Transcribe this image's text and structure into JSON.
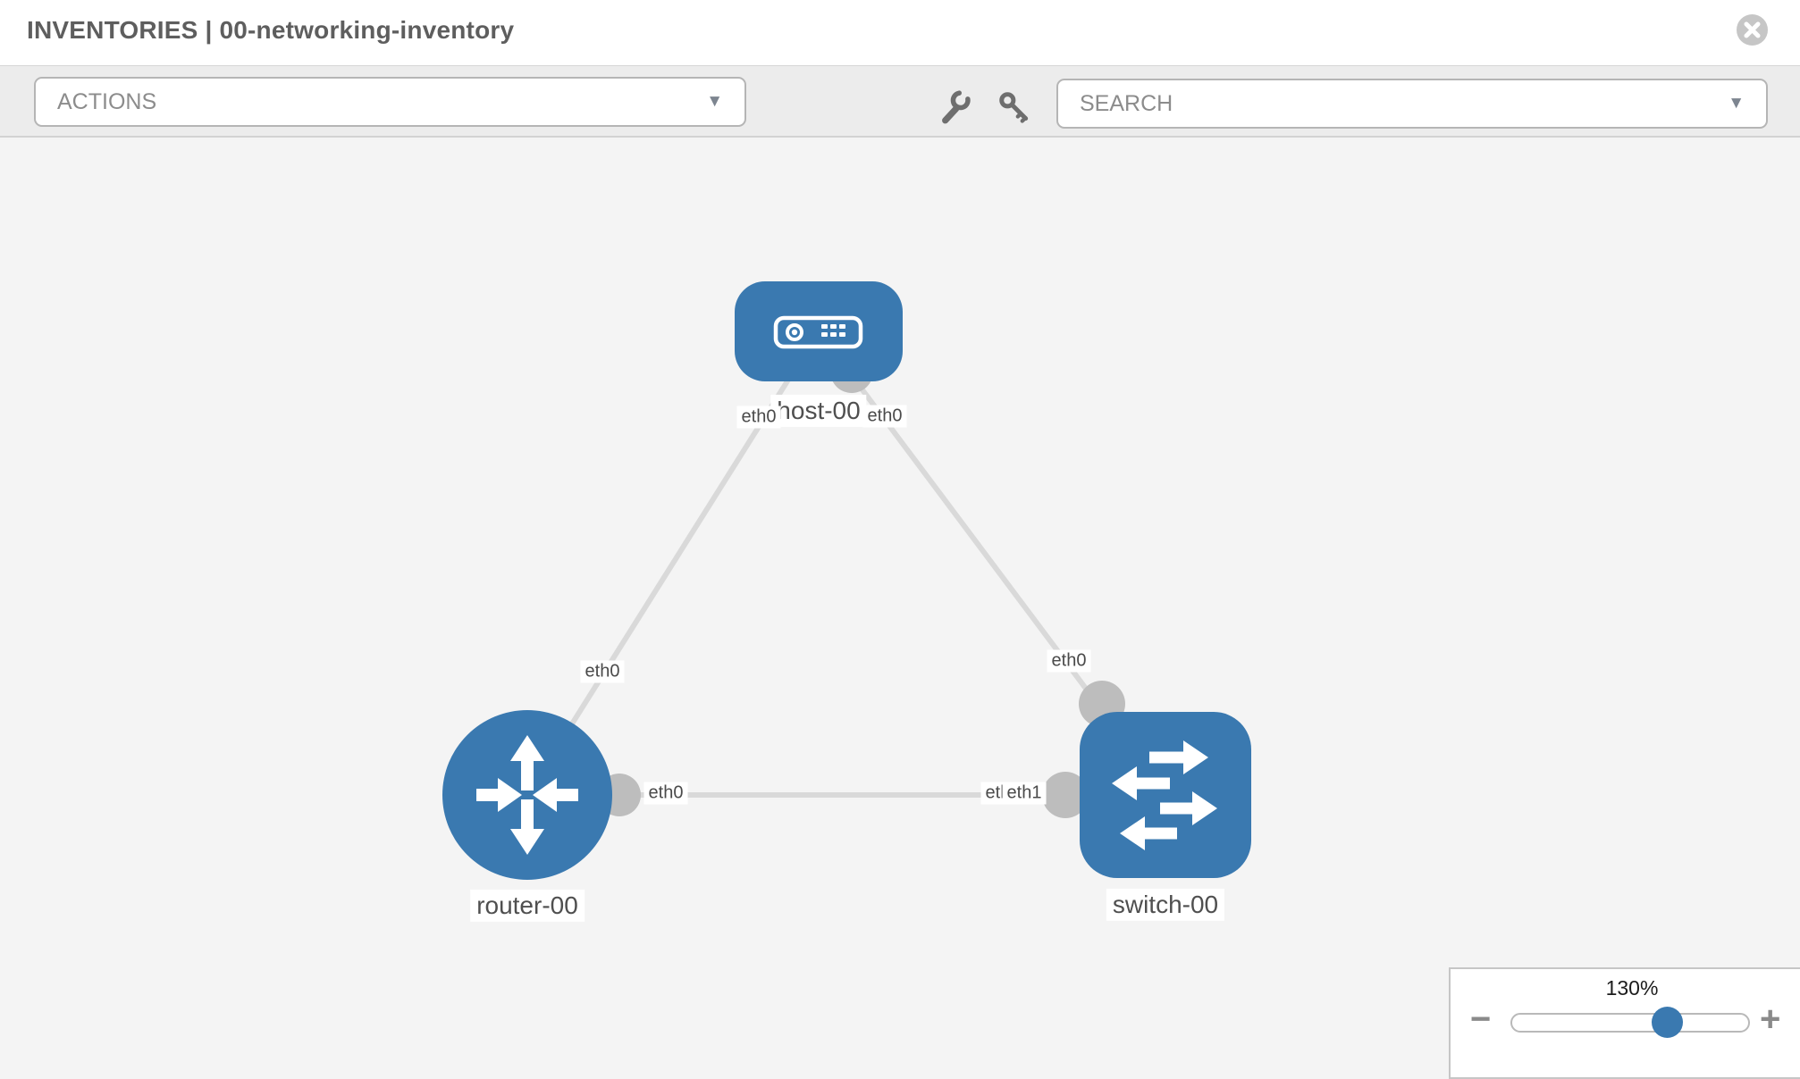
{
  "header": {
    "title": "INVENTORIES | 00-networking-inventory"
  },
  "toolbar": {
    "actions": {
      "label": "ACTIONS",
      "caret": "▼"
    },
    "search": {
      "label": "SEARCH",
      "caret": "▼"
    }
  },
  "topology": {
    "nodes": [
      {
        "id": "host-00",
        "type": "host",
        "label": "host-00"
      },
      {
        "id": "router-00",
        "type": "router",
        "label": "router-00"
      },
      {
        "id": "switch-00",
        "type": "switch",
        "label": "switch-00"
      }
    ],
    "links": [
      {
        "from": "host-00",
        "to": "router-00",
        "from_interface": "eth0",
        "to_interface": "eth0"
      },
      {
        "from": "host-00",
        "to": "switch-00",
        "from_interface": "eth0",
        "to_interface": "eth0"
      },
      {
        "from": "router-00",
        "to": "switch-00",
        "from_interface": "eth0",
        "to_interface": "eth1",
        "overlapped_label": "eth1"
      }
    ]
  },
  "zoom_control": {
    "level": "130%",
    "minus": "−",
    "plus": "+"
  },
  "colors": {
    "node_blue": "#3a79b0",
    "link_gray": "#d9d9d9",
    "bubble_gray": "#bdbdbd",
    "canvas_bg": "#f4f4f4",
    "toolbar_bg": "#ececec"
  }
}
